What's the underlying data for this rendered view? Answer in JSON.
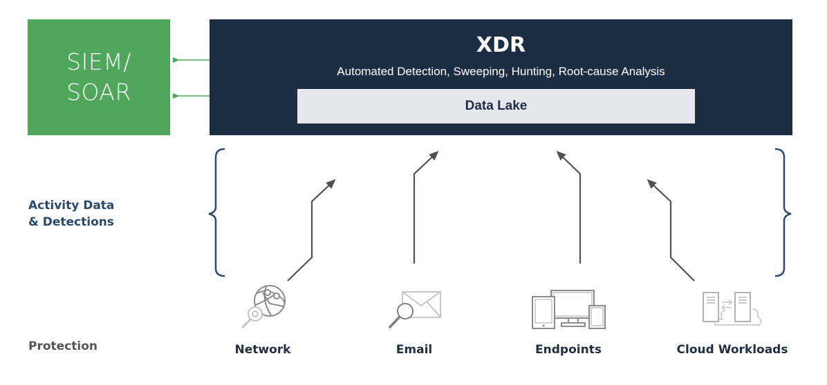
{
  "siem": {
    "line1": "SIEM/",
    "line2": "SOAR",
    "color": "#4ea75a"
  },
  "xdr": {
    "title": "XDR",
    "subtitle": "Automated Detection, Sweeping, Hunting, Root-cause Analysis",
    "data_lake": "Data Lake",
    "color": "#1c2e44"
  },
  "left_labels": {
    "activity_line1": "Activity Data",
    "activity_line2": "& Detections",
    "protection": "Protection"
  },
  "sources": [
    {
      "label": "Network",
      "icon": "globe-search-icon"
    },
    {
      "label": "Email",
      "icon": "email-search-icon"
    },
    {
      "label": "Endpoints",
      "icon": "devices-icon"
    },
    {
      "label": "Cloud Workloads",
      "icon": "cloud-servers-icon"
    }
  ],
  "connectors": {
    "to_siem_arrows": 2,
    "arrow_color": "#4ea75a",
    "flow_color": "#505050",
    "brace_color": "#2b4a6b"
  }
}
